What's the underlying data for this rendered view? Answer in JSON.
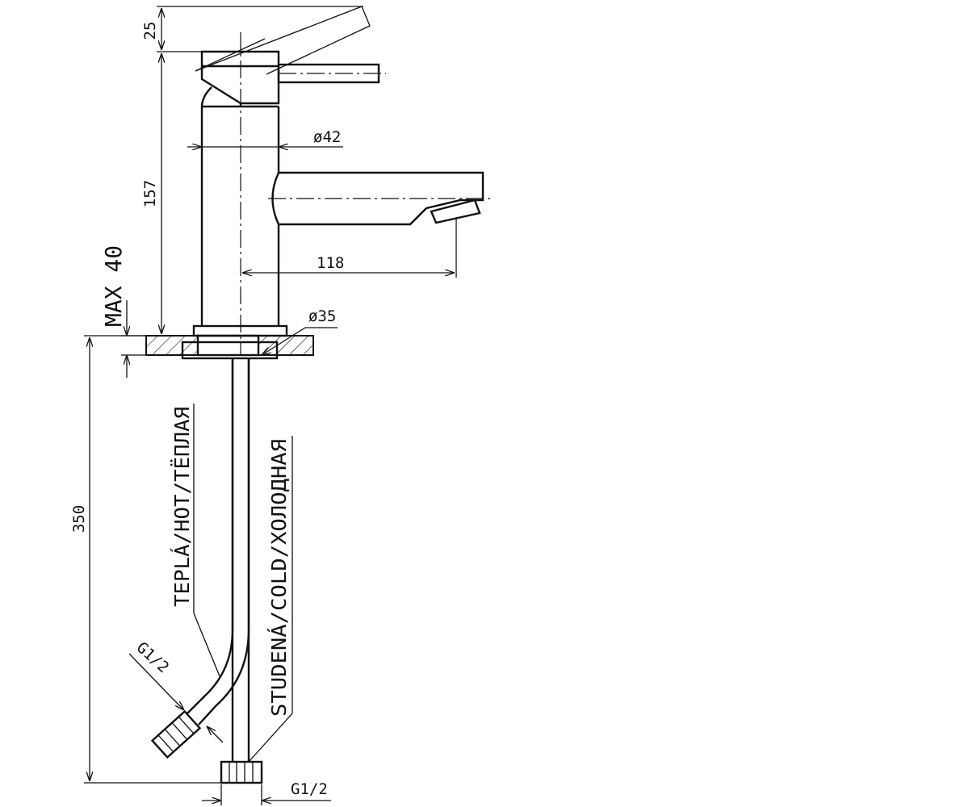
{
  "dimensions": {
    "lever_height": "25",
    "body_height": "157",
    "body_diameter": "ø42",
    "spout_reach": "118",
    "max_deck_thickness": "MAX  40",
    "base_diameter": "ø35",
    "hose_length": "350",
    "hot_thread": "G1/2",
    "cold_thread": "G1/2"
  },
  "labels": {
    "hot": "TEPLÁ/HOT/TËПЛАЯ",
    "cold": "STUDENÁ/COLD/ХОЛОДНАЯ"
  }
}
